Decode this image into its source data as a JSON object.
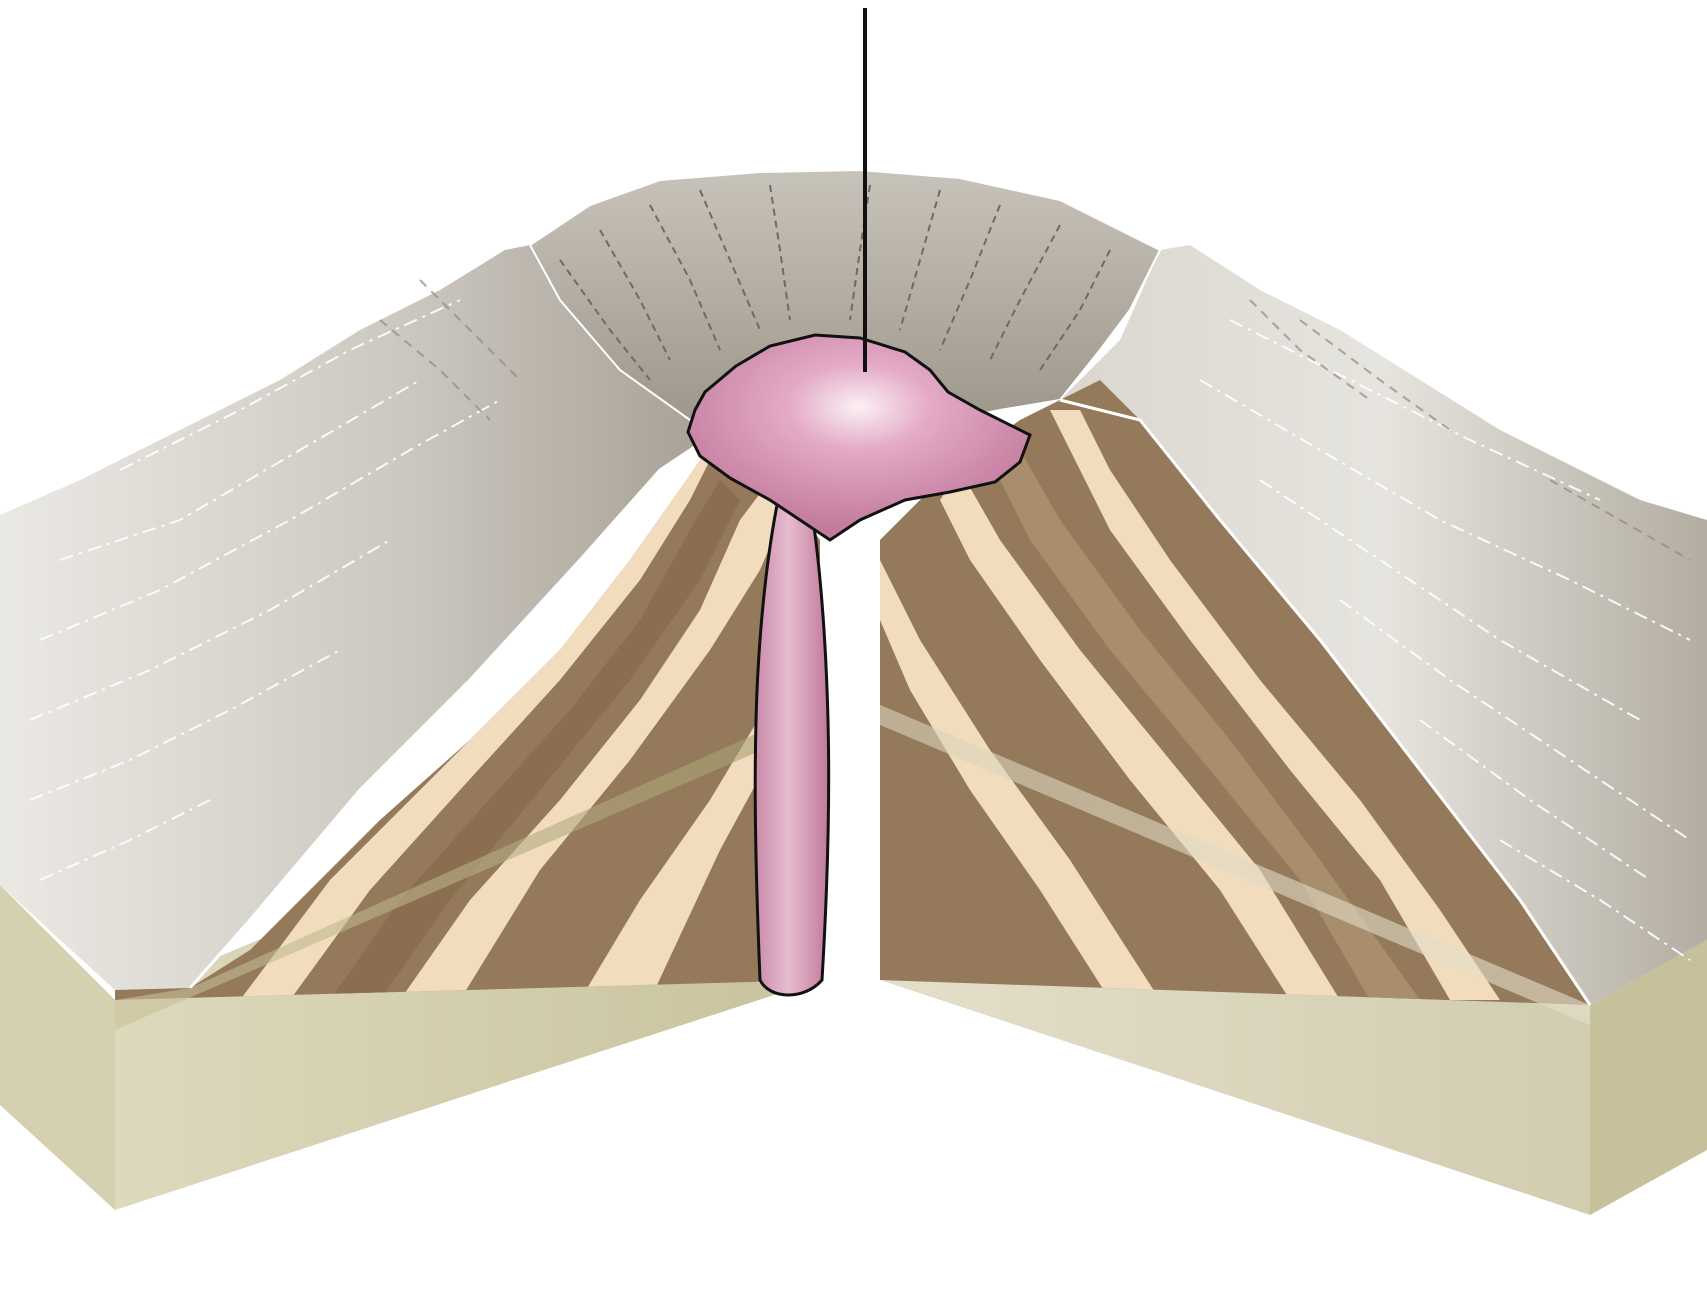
{
  "diagram": {
    "colors": {
      "background": "#ffffff",
      "slope_surface_light": "#e4e2dc",
      "slope_surface_dark": "#a09a90",
      "crater_gray": "#aca69c",
      "strata_dark": "#94795a",
      "strata_light": "#f2dcbe",
      "base_block_face": "#cdc8a4",
      "base_block_top": "#b9b283",
      "magma_pink": "#d48fb0",
      "magma_highlight": "#f6e3ee",
      "outline": "#111111"
    },
    "parts": [
      "volcanic-cone",
      "crater",
      "stratified-layers",
      "crustal-block",
      "magma-conduit",
      "magma-chamber",
      "label-leader-line"
    ]
  }
}
